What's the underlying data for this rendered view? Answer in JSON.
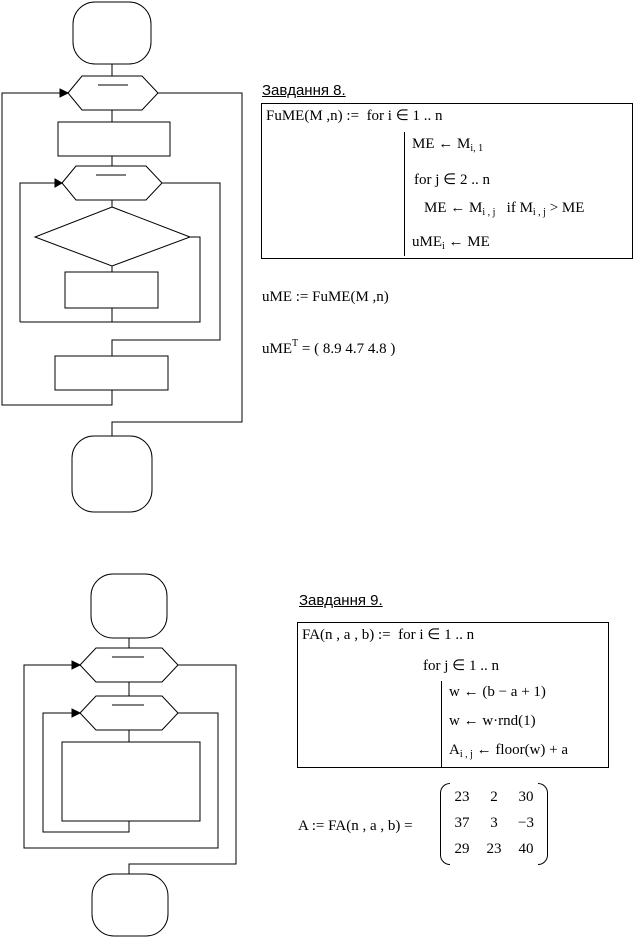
{
  "task8": {
    "heading": "Завдання 8.",
    "fname": "FuME",
    "fargs": "(M ,n)",
    "for_i": "for  i ∈ 1 .. n",
    "init_lhs": "ME ← M",
    "init_sub": "i, 1",
    "for_j": "for  j ∈ 2 .. n",
    "cond_lhs": "ME ← M",
    "cond_sub1": "i , j",
    "cond_mid": "if  M",
    "cond_sub2": "i , j",
    "cond_rhs": "> ME",
    "assign_lhs": "uME",
    "assign_sub": "i",
    "assign_rhs": "← ME",
    "call_line": "uME := FuME(M ,n)",
    "result_lhs": "uME",
    "result_sup": "T",
    "result_rhs": "= ( 8.9   4.7   4.8 )"
  },
  "task9": {
    "heading": "Завдання 9.",
    "def_lhs": "FA(n , a , b) :=",
    "for_i": "for  i ∈ 1 .. n",
    "for_j": "for  j ∈ 1 .. n",
    "w1": "w ← (b − a + 1)",
    "w2": "w ← w·rnd(1)",
    "a_lhs": "A",
    "a_sub": "i , j",
    "a_rhs": "← floor(w) + a",
    "call_lhs": "A := FA(n , a , b) =",
    "matrix": [
      [
        "23",
        "2",
        "30"
      ],
      [
        "37",
        "3",
        "−3"
      ],
      [
        "29",
        "23",
        "40"
      ]
    ]
  }
}
